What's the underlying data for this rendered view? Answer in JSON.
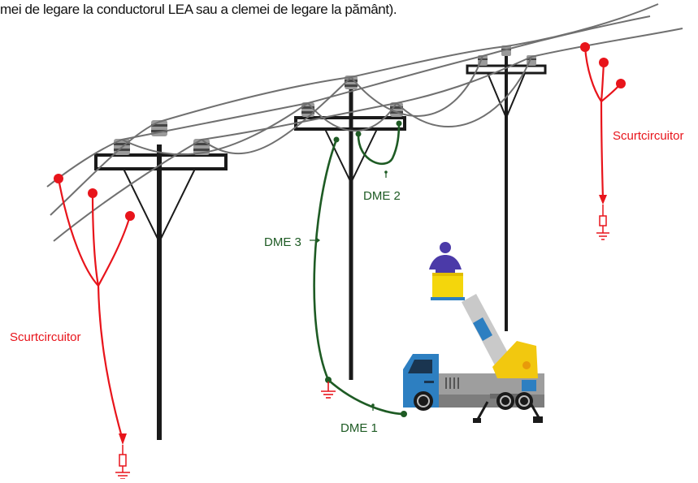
{
  "caption": "mei de legare la conductorul LEA sau a clemei de legare la pământ).",
  "labels": {
    "scurt_left": "Scurtcircuitor",
    "scurt_right": "Scurtcircuitor",
    "dme1": "DME 1",
    "dme2": "DME 2",
    "dme3": "DME 3"
  },
  "colors": {
    "pole": "#1a1a1a",
    "wire": "#707070",
    "short_circuit": "#e8141b",
    "dme": "#1e5b24",
    "truck_cab": "#2d7fc1",
    "truck_bed": "#9e9e9e",
    "boom": "#f2c80f",
    "worker": "#4b3aa8"
  }
}
